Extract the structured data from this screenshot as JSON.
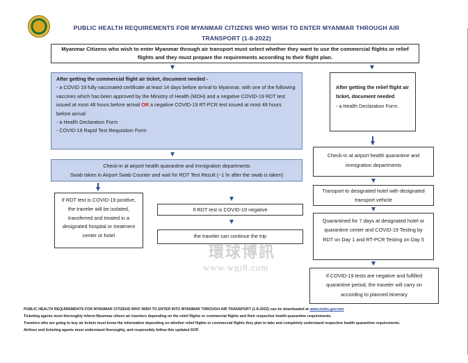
{
  "header": {
    "title_line1": "PUBLIC HEALTH REQUIREMENTS FOR MYANMAR CITIZENS WHO WISH TO ENTER MYANMAR THROUGH AIR",
    "title_line2": "TRANSPORT (1-8-2022)"
  },
  "intro": {
    "text": "Myanmar Citizens who wish to enter Myanmar through air transport must select whether they want to use the commercial flights or relief flights and they must prepare the requirements according to their flight plan."
  },
  "commercial": {
    "heading": "After getting the commercial flight air ticket, document needed -",
    "item1_a": "a COVID 19 fully vaccinated certificate at least 14 days before arrival to Myanmar, with one of the following vaccines which has been approved by the Ministry of Health (MOH) and a negative COVID-19 RDT test issued at most 48 hours before arrival",
    "item1_or": "OR",
    "item1_b": "a negative COVID-19 RT-PCR test issued at most 48 hours before arrival",
    "item2": "a Health Declaration Form",
    "item3": "COVID-19 Rapid Test Requisition Form",
    "checkin_line1": "Check-in at airport health quarantine and immigration departments",
    "checkin_line2": "Swab taken in Airport Swab Counter and wait for RDT Test Result (~1 hr after the swab is taken)",
    "positive": "If RDT test is COVID-19 positive, the traveler will be isolated, transferred and treated in a designated hospital or treatment center or hotel",
    "negative": "If RDT test is COVID-19 negative",
    "continue": "the traveler can continue the trip"
  },
  "relief": {
    "heading": "After getting the relief flight air ticket, document needed",
    "item1": "a Health Declaration Form",
    "checkin": "Check-in at airport health quarantine and immigration departments",
    "transport": "Transport to designated hotel with designated transport vehicle",
    "quarantine": "Quarantined for 7 days at designated hotel or quarantine center and COVID-19 Testing by RDT on Day 1 and RT-PCR Testing on Day 5",
    "final": "If COVID-19 tests are negative and fulfilled quarantine period, the traveler will carry on according to planned itinerary"
  },
  "footer": {
    "line1_text": "PUBLIC HEALTH REQUIREMENTS FOR MYANMAR CITIZENS WHO WISH TO ENTER INTO MYANMAR THROUGH AIR TRANSPORT (1-8-2022) can be downloaded at",
    "line1_link": "www.mohs.gov.mm",
    "line2": "Ticketing agents must thoroughly inform Myanmar citizen air travelers depending on the relief flights or commercial flights and their respective health quarantine requirements.",
    "line3": "Travelers who are going to buy air tickets must know the information depending on whether relief flights or commercial flights they plan to take and completely understand respective health quarantine requirements.",
    "line4": "Airlines and ticketing agents must understand thoroughly, and responsibly follow this updated SOP."
  },
  "watermark": {
    "text": "環球博訊",
    "url": "www.wgi8.com"
  },
  "colors": {
    "box_blue": "#c9d5ee",
    "arrow": "#2f4f8f",
    "title": "#2f3a70",
    "or_red": "#d31818"
  }
}
